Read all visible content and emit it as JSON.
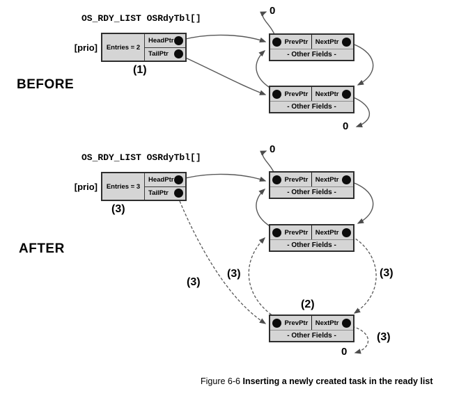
{
  "before": {
    "section_label": "BEFORE",
    "list_header": "OS_RDY_LIST OSRdyTbl[]",
    "prio_label": "[prio]",
    "control": {
      "entries": "Entries = 2",
      "head": "HeadPtr",
      "tail": "TailPtr"
    },
    "step_label": "(1)",
    "null_top": "0",
    "null_bottom": "0",
    "nodes": [
      {
        "prev": "PrevPtr",
        "next": "NextPtr",
        "other": "- Other Fields -"
      },
      {
        "prev": "PrevPtr",
        "next": "NextPtr",
        "other": "- Other Fields -"
      }
    ]
  },
  "after": {
    "section_label": "AFTER",
    "list_header": "OS_RDY_LIST OSRdyTbl[]",
    "prio_label": "[prio]",
    "control": {
      "entries": "Entries = 3",
      "head": "HeadPtr",
      "tail": "TailPtr"
    },
    "step_label": "(3)",
    "null_top": "0",
    "null_bottom": "0",
    "nodes": [
      {
        "prev": "PrevPtr",
        "next": "NextPtr",
        "other": "- Other Fields -"
      },
      {
        "prev": "PrevPtr",
        "next": "NextPtr",
        "other": "- Other Fields -"
      },
      {
        "prev": "PrevPtr",
        "next": "NextPtr",
        "other": "- Other Fields -"
      }
    ],
    "annotations": {
      "tailptr_step": "(3)",
      "prev_link_step": "(3)",
      "next_link_step": "(3)",
      "new_task_step": "(2)",
      "null_link_step": "(3)"
    }
  },
  "caption": {
    "figure_number": "Figure 6-6",
    "title": "Inserting a newly created task in the ready list"
  },
  "colors": {
    "box_fill": "#d5d5d5",
    "box_border": "#2e2e2e",
    "arrow": "#575757",
    "dot": "#0c0c0c"
  }
}
